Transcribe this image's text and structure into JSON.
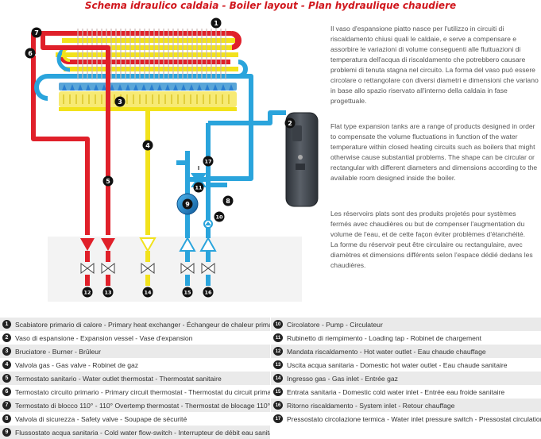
{
  "title": "Schema idraulico caldaia - Boiler layout - Plan hydraulique chaudiere",
  "callouts": [
    "1",
    "2",
    "3",
    "4",
    "5",
    "6",
    "7",
    "8",
    "9",
    "10",
    "11",
    "12",
    "13",
    "14",
    "15",
    "16",
    "17"
  ],
  "text": {
    "it": "Il vaso d'espansione piatto nasce per l'utilizzo in circuiti di riscaldamento chiusi quali le caldaie, e serve a compensare e assorbire le variazioni di volume conseguenti alle fluttuazioni di temperatura dell'acqua di riscaldamento che potrebbero causare problemi di tenuta stagna nel circuito. La forma del vaso può essere circolare o rettangolare con diversi diametri e dimensioni che variano in base allo spazio riservato all'interno della caldaia in fase progettuale.",
    "en": "Flat type expansion tanks are a range of products designed in order to compensate the volume fluctuations in function of the water temperature within closed heating circuits such as boilers that might otherwise cause substantial problems. The shape can be circular or rectangular with different diameters and dimensions according to the available room designed inside the boiler.",
    "fr": "Les réservoirs plats sont des produits projetés pour systèmes fermés avec chaudières ou but de compenser l'augmentation du volume de l'eau, et de cette façon éviter problèmes d'étanchéité.\nLa forme du réservoir peut être circulaire ou rectangulaire, avec diamètres et dimensions différents selon l'espace dédié dedans les chaudières."
  },
  "legend": {
    "left": [
      {
        "num": "1",
        "label": "Scabiatore primario di calore - Primary heat exchanger - Échangeur de chaleur primaire"
      },
      {
        "num": "2",
        "label": "Vaso di espansione - Expansion vessel - Vase d'expansion"
      },
      {
        "num": "3",
        "label": "Bruciatore - Burner - Brûleur"
      },
      {
        "num": "4",
        "label": "Valvola gas - Gas valve - Robinet de gaz"
      },
      {
        "num": "5",
        "label": "Termostato sanitario - Water outlet thermostat - Thermostat sanitaire"
      },
      {
        "num": "6",
        "label": "Termostato circuito primario - Primary circuit thermostat - Thermostat du circuit primaire"
      },
      {
        "num": "7",
        "label": "Termostato di blocco 110° - 110° Overtemp thermostat - Thermostat de blocage 110°"
      },
      {
        "num": "8",
        "label": "Valvola di sicurezza - Safety valve - Soupape de sécurité"
      },
      {
        "num": "9",
        "label": "Flussostato acqua sanitaria - Cold water flow-switch - Interrupteur de débit eau sanitaire"
      }
    ],
    "right": [
      {
        "num": "10",
        "label": "Circolatore - Pump - Circulateur"
      },
      {
        "num": "11",
        "label": "Rubinetto di riempimento - Loading tap - Robinet de chargement"
      },
      {
        "num": "12",
        "label": "Mandata riscaldamento - Hot water outlet - Eau chaude chauffage"
      },
      {
        "num": "13",
        "label": "Uscita acqua sanitaria - Domestic hot water outlet - Eau chaude sanitaire"
      },
      {
        "num": "14",
        "label": "Ingresso gas - Gas inlet - Entrée gaz"
      },
      {
        "num": "15",
        "label": "Entrata sanitaria - Domestic cold water inlet - Entrée eau froide sanitaire"
      },
      {
        "num": "16",
        "label": "Ritorno riscaldamento - System inlet - Retour chauffage"
      },
      {
        "num": "17",
        "label": "Pressostato circolazione termica - Water inlet pressure switch - Pressostat circulation eau chaude"
      }
    ]
  },
  "colors": {
    "title": "#d0161c",
    "hot": "#e0202a",
    "cold": "#2aa4dc",
    "gas": "#f2e21c",
    "vessel": "#3b4149",
    "legend_shade": "#eaeaea"
  }
}
